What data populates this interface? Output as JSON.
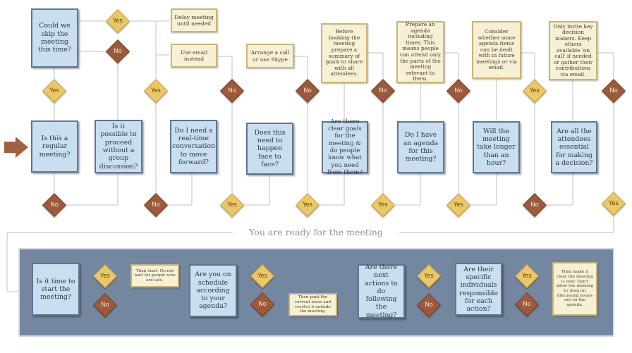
{
  "colors": {
    "question_fill": "#c9dff0",
    "question_border": "#5f7590",
    "note_fill": "#f7f0d4",
    "yes_fill": "#ecc766",
    "no_fill": "#9c5a3a",
    "panel_fill": "#7487a1",
    "start_arrow": "#a0623c"
  },
  "labels": {
    "yes": "Yes",
    "no": "No"
  },
  "separator": "You are ready for the meeting",
  "questions": {
    "q1": "Is this a regular meeting?",
    "q1_skip": "Could we skip the meeting this time?",
    "q2": "Is it possible to proceed without a group discussion?",
    "q3": "Do I need a real-time conversation to move forward?",
    "q4": "Does this need to happen face to face?",
    "q5": "Are there clear goals for the meeting & do people know what you need from them?",
    "q6": "Do I have an agenda for this meeting?",
    "q7": "Will the meeting take longer than an hour?",
    "q8": "Are all the attendees essential for making a decision?",
    "b1": "Is it time to start the meeting?",
    "b2": "Are you on schedule according to your agenda?",
    "b3": "Are there next actions to do following the meeting?",
    "b4": "Are their specific individuals responsible for each action?"
  },
  "notes": {
    "delay": "Delay meeting until needed",
    "email": "Use email instead",
    "call": "Arrange a call or use Skype",
    "goals": "Before booking the meeting prepare a summary of goals to share with all attendees.",
    "agenda": "Prepare an agenda including times. This means people can attend only the parts of the meeting relevant to them.",
    "hour": "Consider whether some agenda items can be dealt with in future meetings or via email.",
    "attendees": "Only invite key decision makers. Keep others available 'on call' if needed or gather their contributions via email.",
    "start": "Then start. Do not wait for people who are late.",
    "park": "Then park the current issue and resolve it outside the meeting.",
    "finish": "Then make it clear the meeting is over. Don't allow the meeting to drag on discussing issues not on the agenda."
  }
}
